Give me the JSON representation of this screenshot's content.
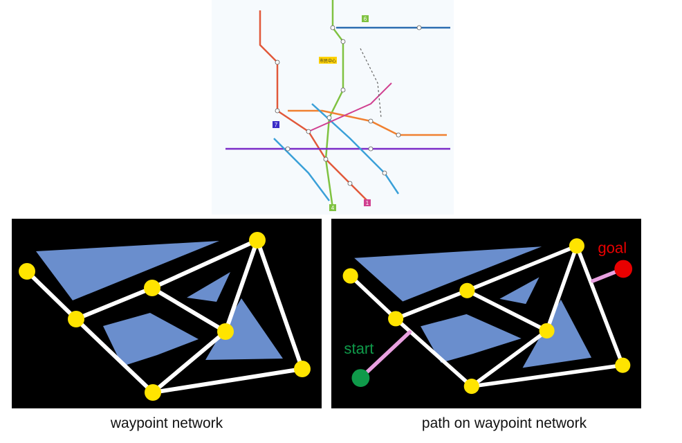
{
  "metro_map": {
    "line_badges": [
      "6",
      "7",
      "4",
      "1"
    ],
    "highlight_label": "市民中心"
  },
  "diagram": {
    "node_color": "#ffe400",
    "edge_color": "#ffffff",
    "obstacle_color": "#6a8ecd",
    "path_color": "#e8a0e0",
    "start_color": "#0f9a4a",
    "goal_color": "#e80000"
  },
  "labels": {
    "start": "start",
    "goal": "goal"
  },
  "captions": {
    "left": "waypoint network",
    "right": "path on waypoint network"
  }
}
